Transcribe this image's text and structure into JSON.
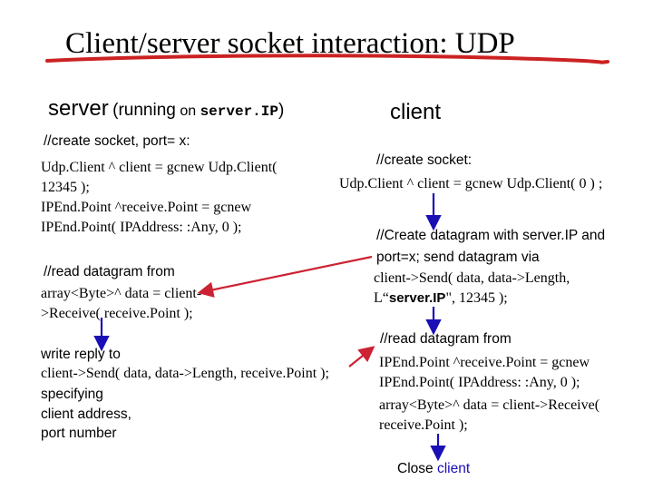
{
  "title": "Client/server socket interaction: UDP",
  "server_header": {
    "main": "server",
    "paren_open": "(running",
    "on": "on",
    "host": "server.IP",
    "paren_close": ")"
  },
  "client_header": "client",
  "server_steps": {
    "create_socket": "//create socket, port= x:",
    "create_code_1": "Udp.Client ^ client = gcnew Udp.Client(",
    "create_code_2": "12345 );",
    "create_code_3": "IPEnd.Point ^receive.Point = gcnew",
    "create_code_4": "IPEnd.Point( IPAddress: :Any, 0 );",
    "read_label": "//read datagram from",
    "read_code_1": "array<Byte>^ data = client-",
    "read_code_2": ">Receive( receive.Point );",
    "reply_label": "write reply to",
    "reply_code": "client->Send( data, data->Length, receive.Point );",
    "spec_1": "specifying",
    "spec_2": "client address,",
    "spec_3": "port number"
  },
  "client_steps": {
    "create_socket": "//create socket:",
    "create_code": "Udp.Client ^ client = gcnew Udp.Client( 0 ) ;",
    "create_dgram_1": "//Create datagram with server.IP and",
    "create_dgram_2": "port=x; send datagram via",
    "send_code_1": "client->Send( data, data->Length,",
    "send_code_2a": "L“",
    "send_code_2b": "server.IP",
    "send_code_2c": "\", 12345 );",
    "read_label": "//read datagram from",
    "read_code_1": "IPEnd.Point ^receive.Point = gcnew",
    "read_code_2": "IPEnd.Point( IPAddress: :Any, 0 );",
    "read_code_3": "array<Byte>^ data = client->Receive(",
    "read_code_4": "receive.Point );",
    "close_1": "Close",
    "close_2": "client"
  },
  "colors": {
    "accent_red": "#cc2222",
    "client_blue": "#1a0fb5",
    "arrow_blue": "#1a0fb5",
    "arrow_red": "#cc2233"
  }
}
